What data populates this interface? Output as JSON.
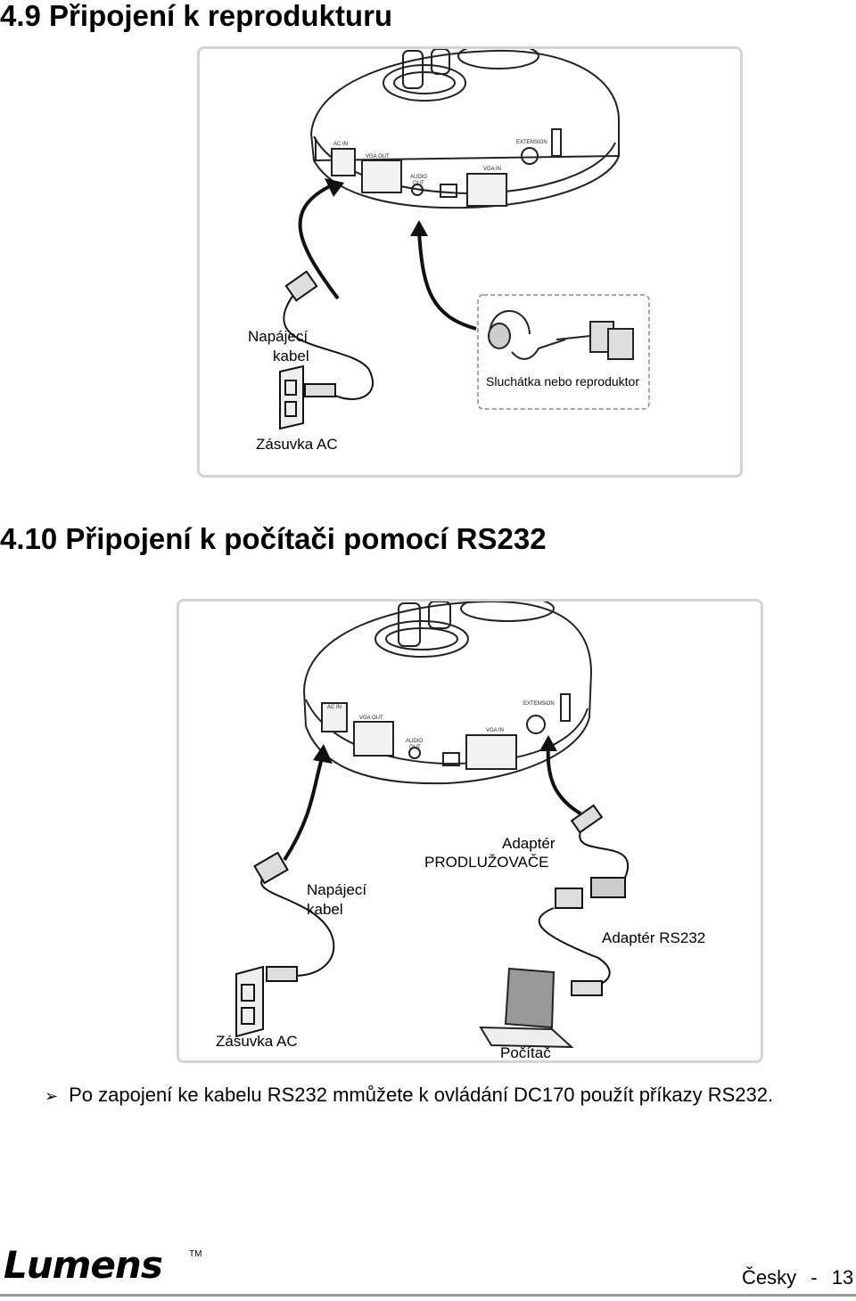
{
  "section_49": {
    "title": "4.9  Připojení k reprodukturu",
    "labels": {
      "power_cable_line1": "Napájecí",
      "power_cable_line2": "kabel",
      "headphones": "Sluchátka nebo reproduktor",
      "ac_outlet": "Zásuvka AC"
    },
    "ports": {
      "ac_in": "AC IN",
      "vga_out": "VGA OUT",
      "audio_out_1": "AUDIO",
      "audio_out_2": "OUT",
      "vga_in": "VGA IN",
      "extension": "EXTENSION"
    }
  },
  "section_410": {
    "title": "4.10  Připojení k počítači pomocí RS232",
    "labels": {
      "adapter_ext_line1": "Adaptér",
      "adapter_ext_line2": "PRODLUŽOVAČE",
      "power_cable_line1": "Napájecí",
      "power_cable_line2": "kabel",
      "rs232_adapter": "Adaptér RS232",
      "ac_outlet": "Zásuvka AC",
      "computer": "Počítač"
    },
    "ports": {
      "ac_in": "AC IN",
      "vga_out": "VGA OUT",
      "audio_out_1": "AUDIO",
      "audio_out_2": "OUT",
      "vga_in": "VGA IN",
      "extension": "EXTENSION"
    }
  },
  "bullet": {
    "marker": "➢",
    "text": "Po zapojení ke kabelu RS232 mmůžete k ovládání DC170 použít příkazy RS232."
  },
  "footer": {
    "logo": "Lumens",
    "trademark": "TM",
    "language": "Česky",
    "separator": "-",
    "page_number": "13"
  }
}
